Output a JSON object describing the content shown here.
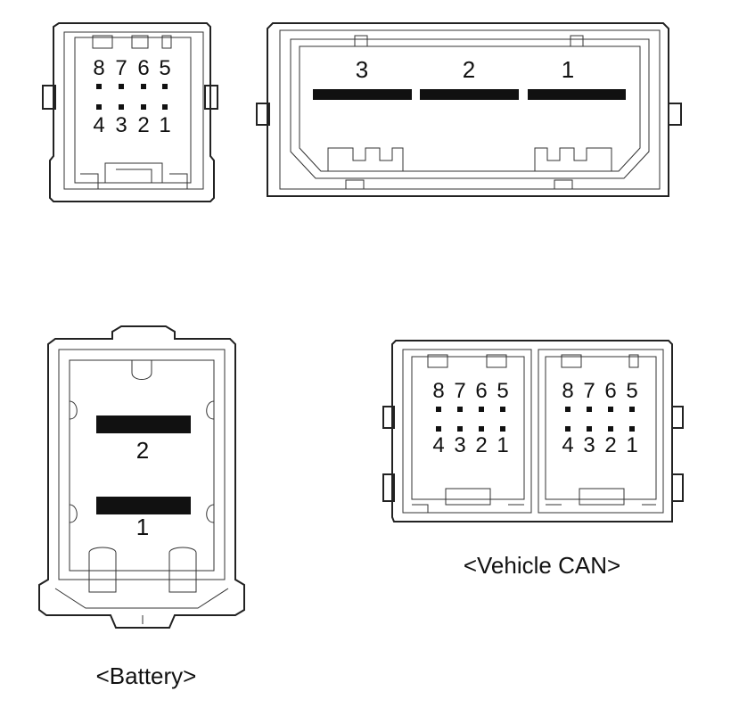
{
  "connectors": {
    "c1": {
      "top_pins": [
        "8",
        "7",
        "6",
        "5"
      ],
      "bottom_pins": [
        "4",
        "3",
        "2",
        "1"
      ]
    },
    "c2": {
      "pins": [
        "3",
        "2",
        "1"
      ]
    },
    "battery": {
      "pins": [
        "2",
        "1"
      ],
      "caption": "<Battery>"
    },
    "vehicle_can": {
      "left": {
        "top_pins": [
          "8",
          "7",
          "6",
          "5"
        ],
        "bottom_pins": [
          "4",
          "3",
          "2",
          "1"
        ]
      },
      "right": {
        "top_pins": [
          "8",
          "7",
          "6",
          "5"
        ],
        "bottom_pins": [
          "4",
          "3",
          "2",
          "1"
        ]
      },
      "caption": "<Vehicle CAN>"
    }
  }
}
